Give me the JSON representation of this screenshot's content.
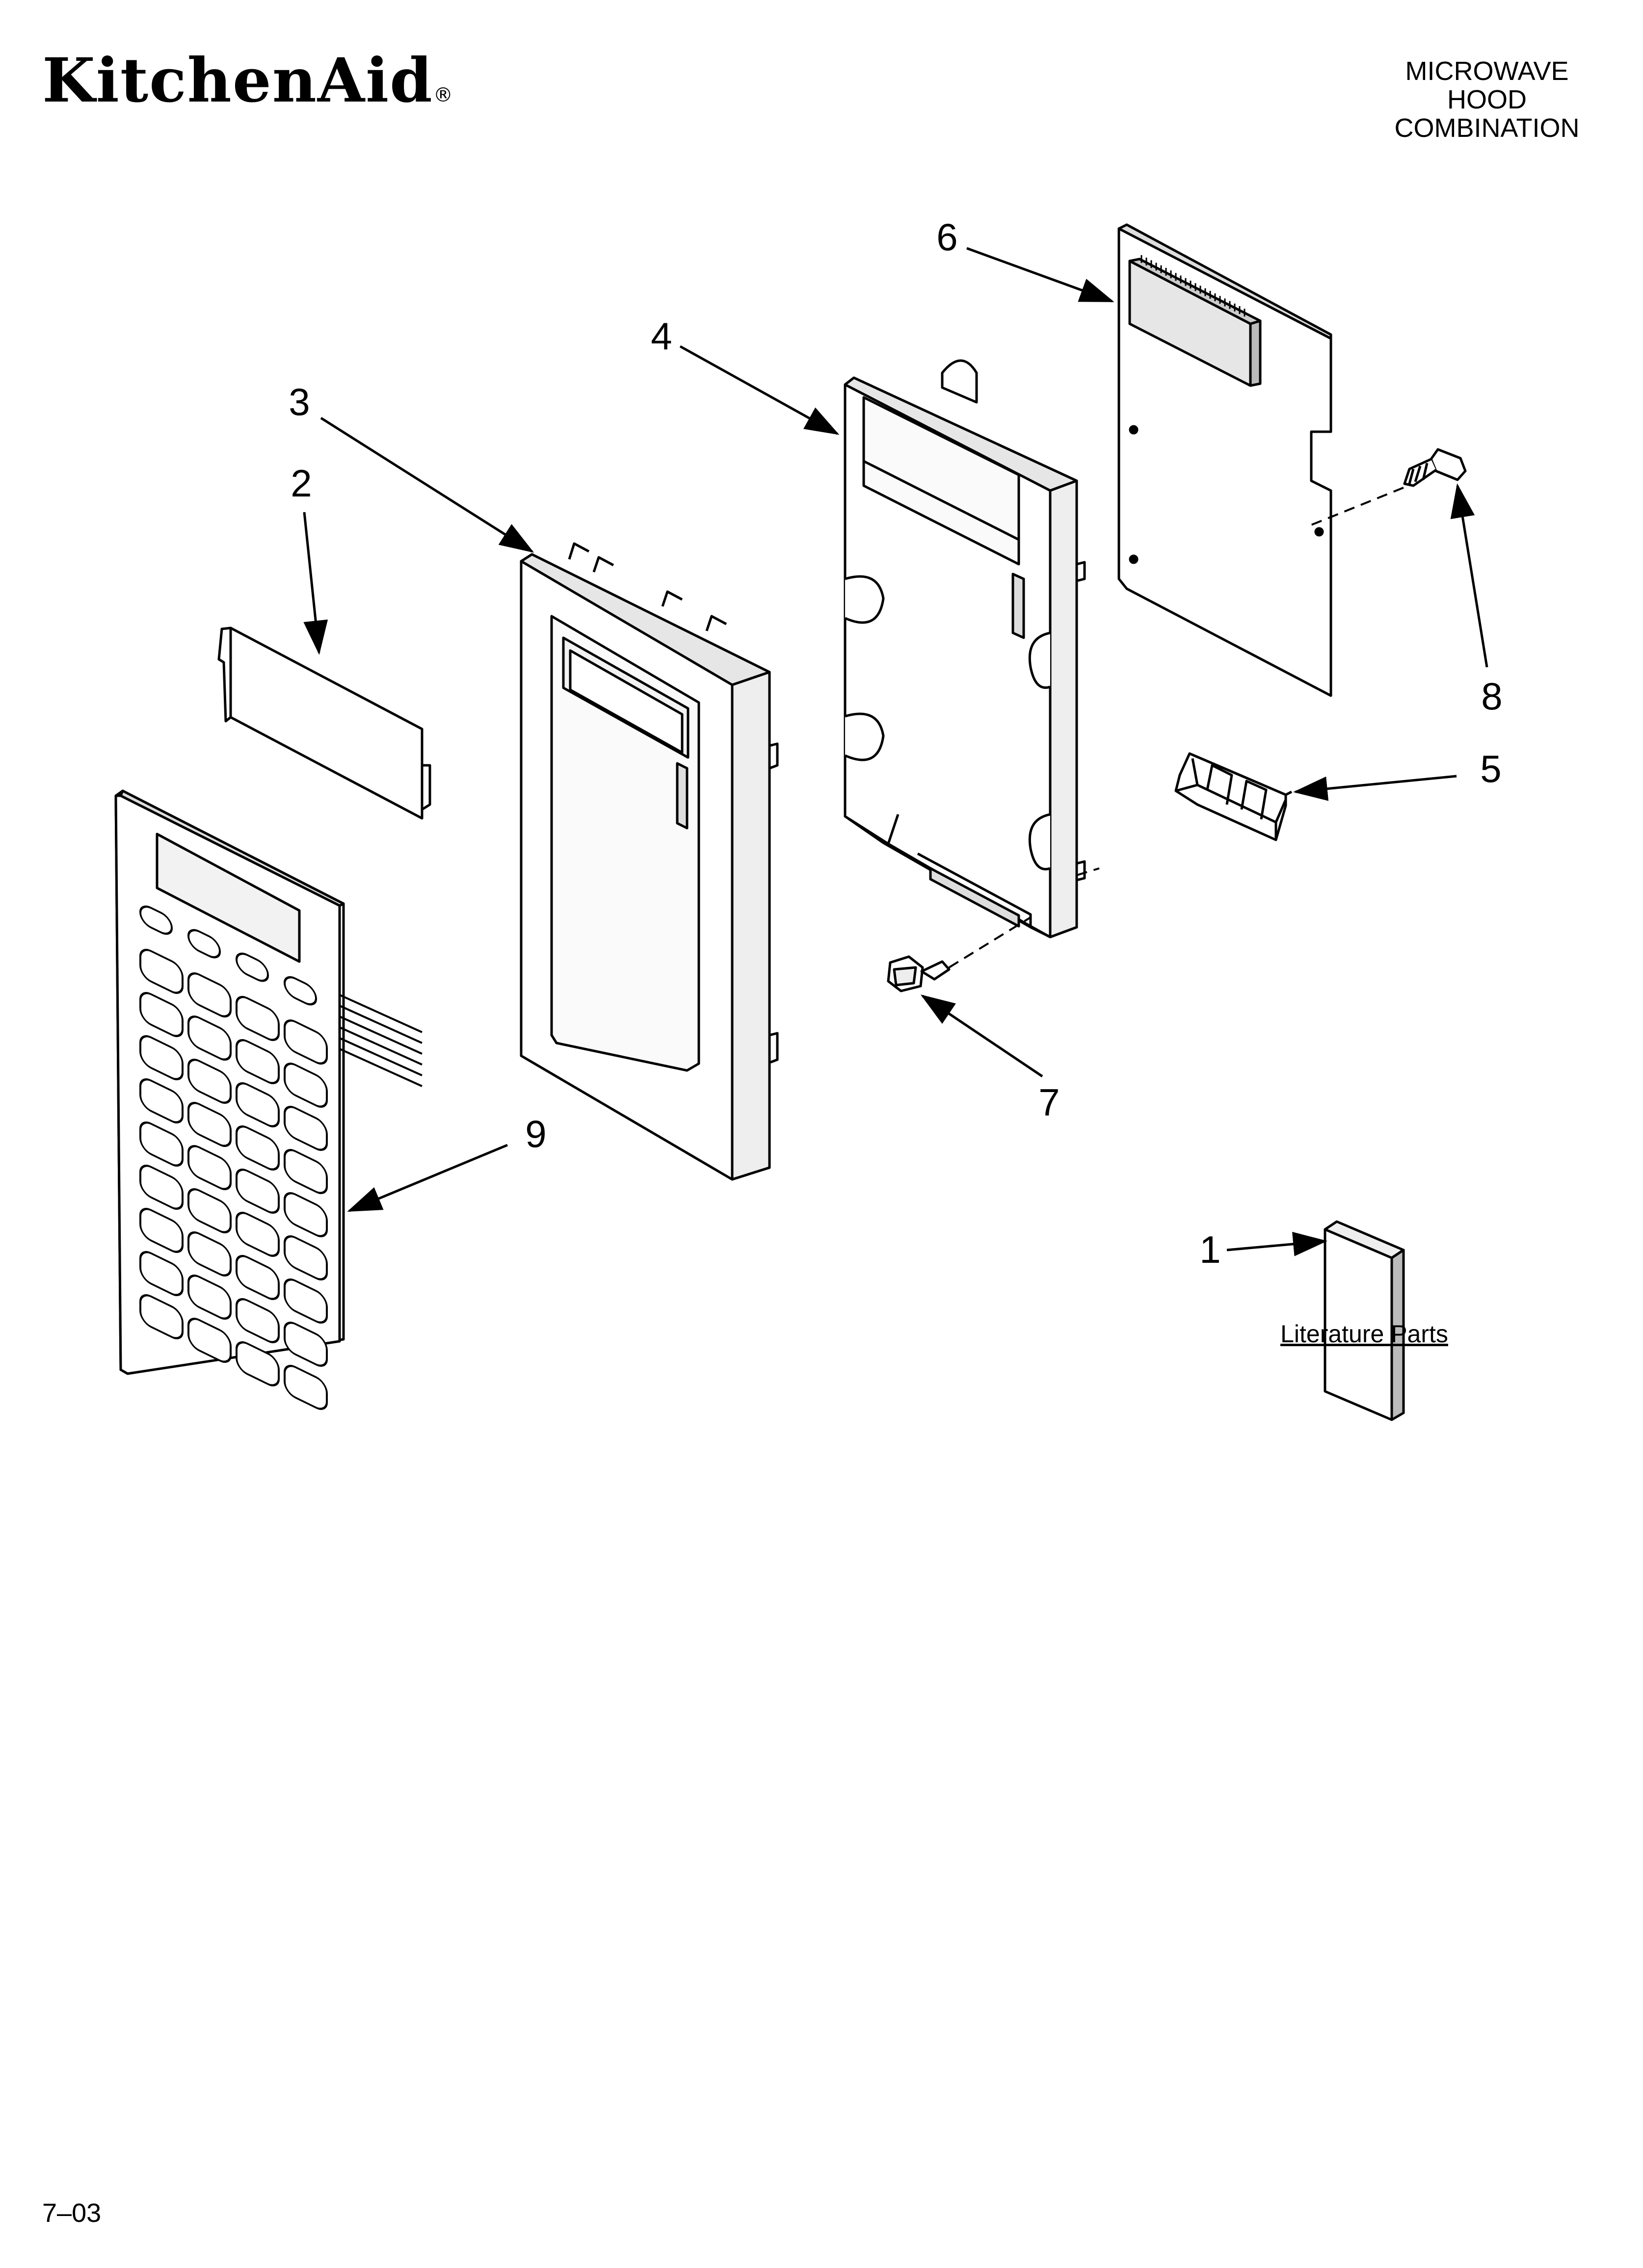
{
  "header": {
    "brand": "KitchenAid",
    "brand_mark": "®",
    "title_lines": [
      "MICROWAVE",
      "HOOD",
      "COMBINATION"
    ]
  },
  "callouts": [
    {
      "id": "callout-1",
      "text": "1"
    },
    {
      "id": "callout-2",
      "text": "2"
    },
    {
      "id": "callout-3",
      "text": "3"
    },
    {
      "id": "callout-4",
      "text": "4"
    },
    {
      "id": "callout-5",
      "text": "5"
    },
    {
      "id": "callout-6",
      "text": "6"
    },
    {
      "id": "callout-7",
      "text": "7"
    },
    {
      "id": "callout-8",
      "text": "8"
    },
    {
      "id": "callout-9",
      "text": "9"
    }
  ],
  "literature_label": "Literature Parts",
  "footer": {
    "date_code": "7–03"
  },
  "colors": {
    "ink": "#000000",
    "paper": "#ffffff",
    "part_fill": "#f2f2f2"
  }
}
